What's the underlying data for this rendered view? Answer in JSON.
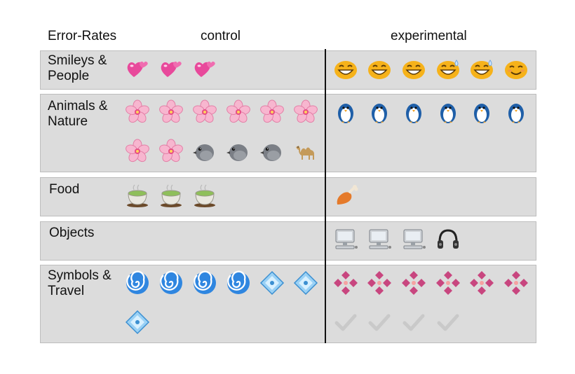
{
  "header": {
    "title": "Error-Rates",
    "control": "control",
    "experimental": "experimental"
  },
  "categories": [
    {
      "label": "Smileys & People",
      "control": [
        "two-hearts",
        "two-hearts",
        "two-hearts"
      ],
      "experimental": [
        "grin-face",
        "grin-face",
        "grin-face",
        "sweat-smile-face",
        "sweat-smile-face",
        "smiling-face"
      ]
    },
    {
      "label": "Animals & Nature",
      "control": [
        "cherry-blossom",
        "cherry-blossom",
        "cherry-blossom",
        "cherry-blossom",
        "cherry-blossom",
        "cherry-blossom",
        "cherry-blossom",
        "cherry-blossom",
        "bird",
        "bird",
        "bird",
        "camel"
      ],
      "experimental": [
        "penguin",
        "penguin",
        "penguin",
        "penguin",
        "penguin",
        "penguin"
      ]
    },
    {
      "label": "Food",
      "control": [
        "tea",
        "tea",
        "tea"
      ],
      "experimental": [
        "poultry-leg"
      ]
    },
    {
      "label": "Objects",
      "control": [],
      "experimental": [
        "computer",
        "computer",
        "computer",
        "headphones"
      ]
    },
    {
      "label": "Symbols & Travel",
      "control": [
        "cyclone",
        "cyclone",
        "cyclone",
        "cyclone",
        "diamond-dot",
        "diamond-dot",
        "diamond-dot"
      ],
      "experimental": [
        "flower-tile",
        "flower-tile",
        "flower-tile",
        "flower-tile",
        "flower-tile",
        "flower-tile",
        "check-mark",
        "check-mark",
        "check-mark",
        "check-mark"
      ]
    }
  ],
  "colors": {
    "band": "#dcdcdc",
    "divider": "#111111",
    "heart": "#e8499b",
    "face": "#f6b21a",
    "penguin": "#1f5fa8",
    "tile": "#c8467f",
    "cyclone": "#2f86e0",
    "check": "#c9c9c9"
  }
}
